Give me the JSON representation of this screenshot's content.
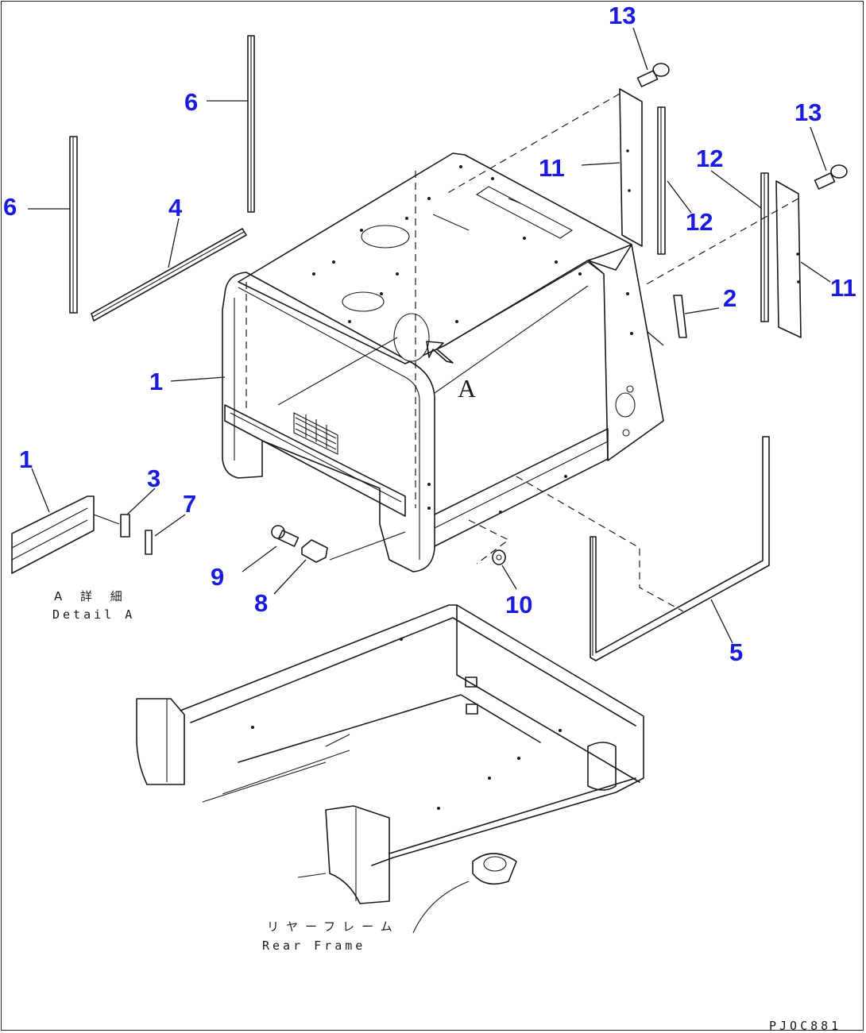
{
  "drawing_code": "PJOC881",
  "detail": {
    "label_jp": "A 詳 細",
    "label_en": "Detail A"
  },
  "frame": {
    "label_jp": "リヤーフレーム",
    "label_en": "Rear Frame"
  },
  "view_arrow_label": "A",
  "callout_color": "#1b1be0",
  "callouts": {
    "c1_main": "1",
    "c1_detail": "1",
    "c2": "2",
    "c3": "3",
    "c4": "4",
    "c5": "5",
    "c6_left": "6",
    "c6_right": "6",
    "c7": "7",
    "c8": "8",
    "c9": "9",
    "c10": "10",
    "c11_left": "11",
    "c11_right": "11",
    "c12_left": "12",
    "c12_right": "12",
    "c13_left": "13",
    "c13_right": "13"
  }
}
